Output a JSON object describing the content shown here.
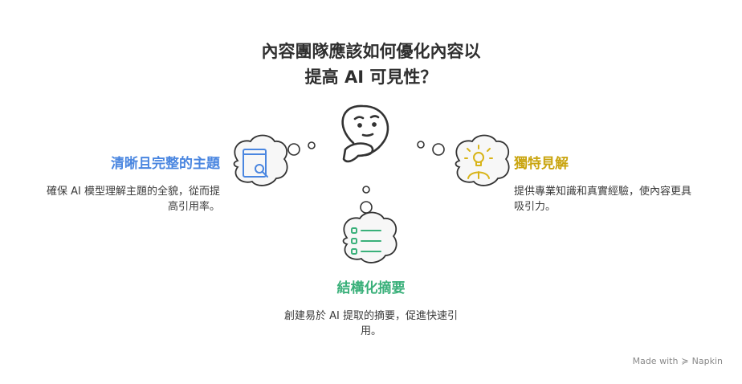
{
  "title": {
    "line1": "內容團隊應該如何優化內容以",
    "line2": "提高 AI 可見性？"
  },
  "items": [
    {
      "heading": "清晰且完整的主題",
      "desc_line1": "確保 AI 模型理解主題的全貌，從而提",
      "desc_line2": "高引用率。",
      "icon": "book-search-icon",
      "color": "#4a86e0"
    },
    {
      "heading": "獨特見解",
      "desc_line1": "提供專業知識和真實經驗，使內容更具",
      "desc_line2": "吸引力。",
      "icon": "lightbulb-person-icon",
      "color": "#d8b419"
    },
    {
      "heading": "結構化摘要",
      "desc_line1": "創建易於 AI 提取的摘要，促進快速引",
      "desc_line2": "用。",
      "icon": "checklist-icon",
      "color": "#3ab07a"
    }
  ],
  "center_icon": "thinking-face-icon",
  "footer": {
    "label": "Made with",
    "brand": "Napkin",
    "icon": "napkin-bolt-icon"
  }
}
